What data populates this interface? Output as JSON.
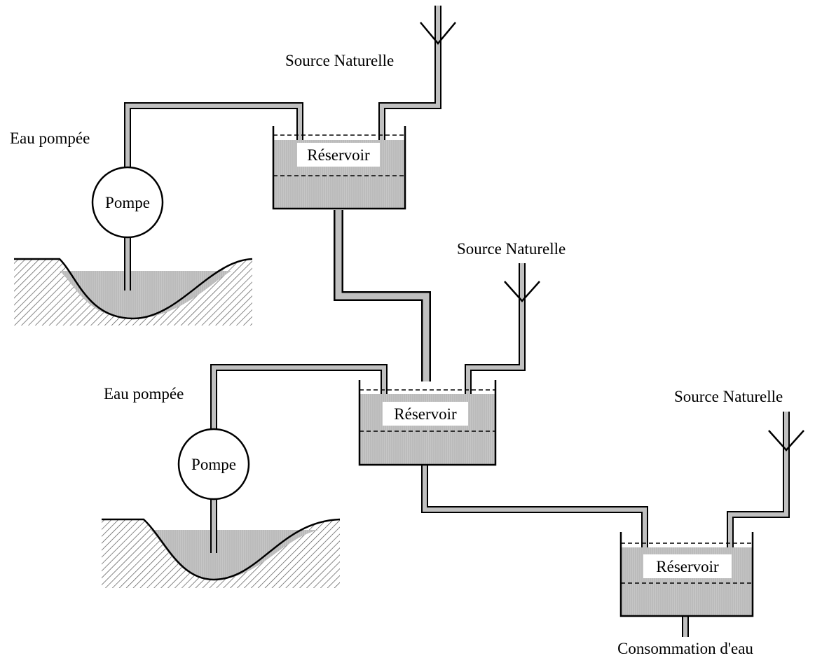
{
  "labels": {
    "source_1": "Source Naturelle",
    "source_2": "Source Naturelle",
    "source_3": "Source Naturelle",
    "pumped_1": "Eau pompée",
    "pumped_2": "Eau pompée",
    "pump_1": "Pompe",
    "pump_2": "Pompe",
    "reservoir_1": "Réservoir",
    "reservoir_2": "Réservoir",
    "reservoir_3": "Réservoir",
    "consumption": "Consommation d'eau"
  },
  "colors": {
    "water": "#c0c0c0",
    "line": "#000000",
    "ground_hatch": "#555555",
    "background": "#ffffff"
  }
}
